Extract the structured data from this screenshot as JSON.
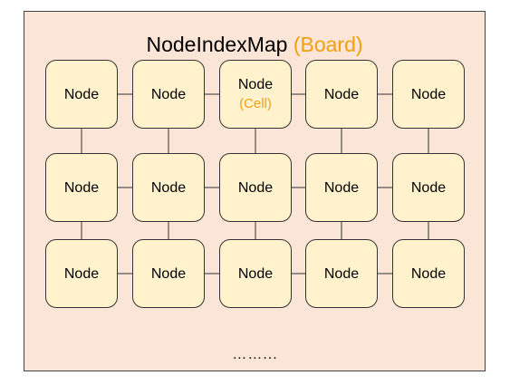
{
  "board": {
    "title": "NodeIndexMap",
    "subtitle": "(Board)"
  },
  "grid": {
    "rows": [
      [
        {
          "label": "Node",
          "sub": ""
        },
        {
          "label": "Node",
          "sub": ""
        },
        {
          "label": "Node",
          "sub": "(Cell)"
        },
        {
          "label": "Node",
          "sub": ""
        },
        {
          "label": "Node",
          "sub": ""
        }
      ],
      [
        {
          "label": "Node",
          "sub": ""
        },
        {
          "label": "Node",
          "sub": ""
        },
        {
          "label": "Node",
          "sub": ""
        },
        {
          "label": "Node",
          "sub": ""
        },
        {
          "label": "Node",
          "sub": ""
        }
      ],
      [
        {
          "label": "Node",
          "sub": ""
        },
        {
          "label": "Node",
          "sub": ""
        },
        {
          "label": "Node",
          "sub": ""
        },
        {
          "label": "Node",
          "sub": ""
        },
        {
          "label": "Node",
          "sub": ""
        }
      ]
    ]
  },
  "footer": {
    "ellipsis": "……..."
  },
  "colors": {
    "board_fill": "#fbe5d6",
    "node_fill": "#fff2cc",
    "accent": "#f0a010"
  }
}
